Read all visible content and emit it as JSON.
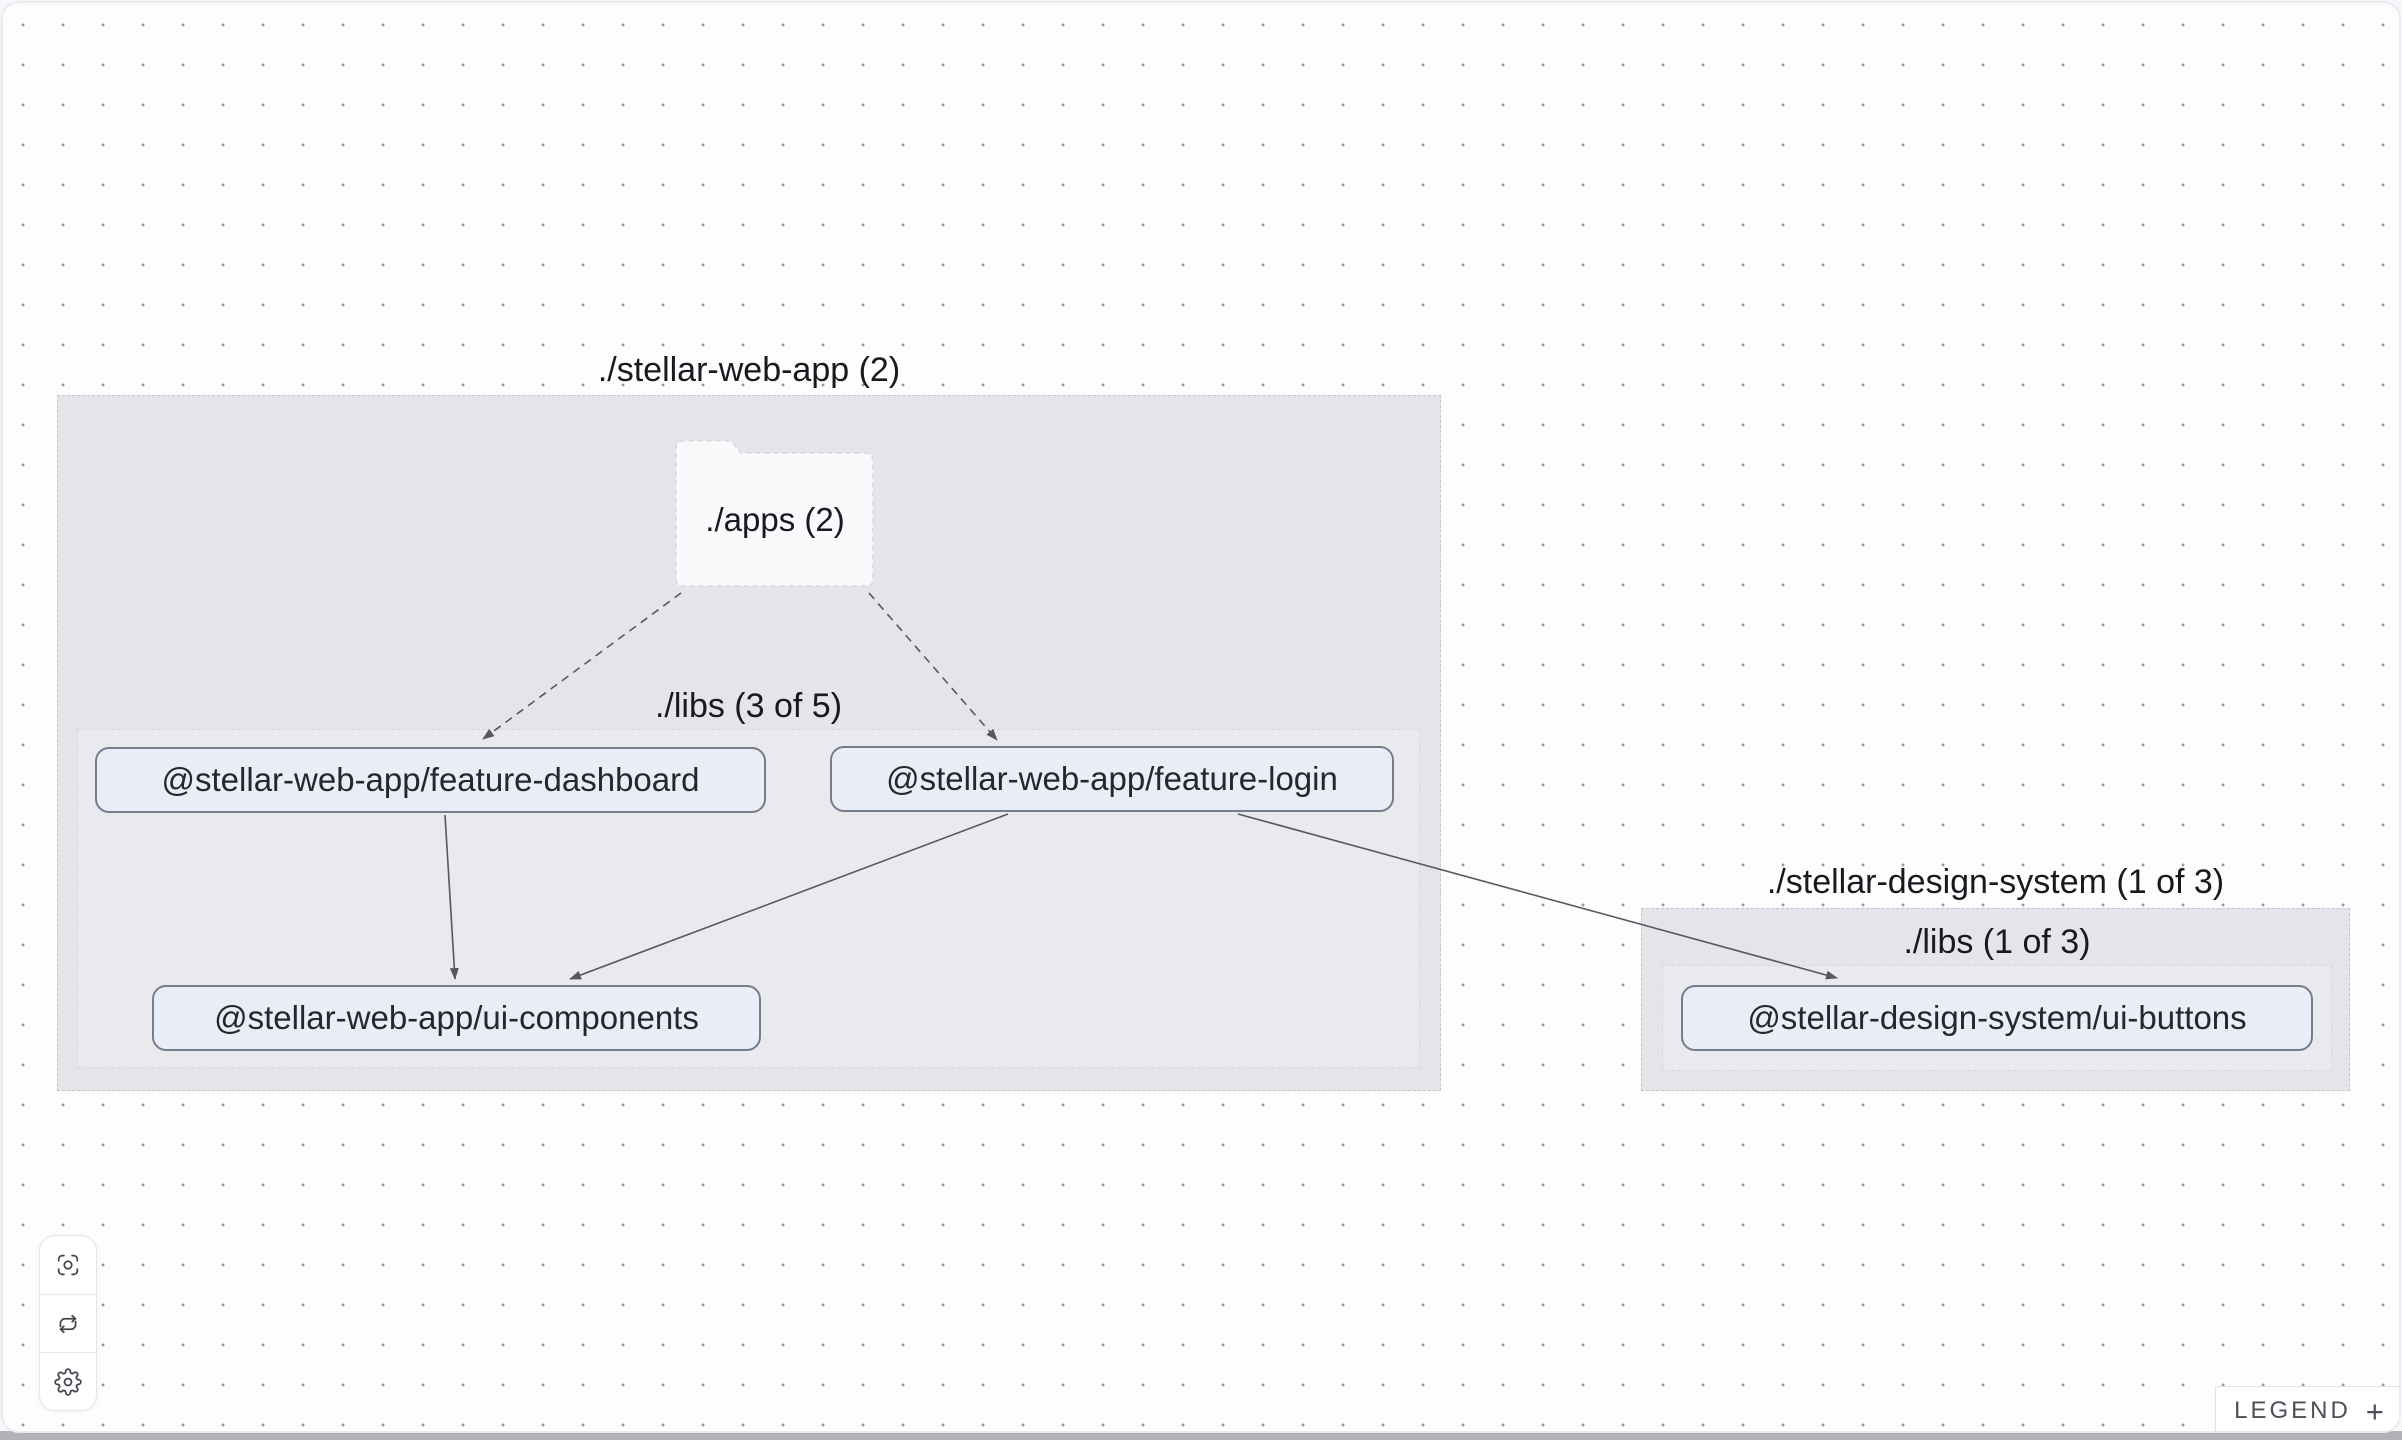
{
  "canvas": {
    "background": "#fdfdfe",
    "dot_color": "#919dae",
    "group_fill": "#e6e4ea",
    "node_fill": "#e9edf8",
    "node_border": "#767d8a",
    "edge_color": "#54585f"
  },
  "graph": {
    "web_app_group": {
      "title": "./stellar-web-app (2)",
      "apps_folder_label": "./apps (2)",
      "libs_group_title": "./libs (3 of 5)",
      "nodes": {
        "feature_dashboard": "@stellar-web-app/feature-dashboard",
        "feature_login": "@stellar-web-app/feature-login",
        "ui_components": "@stellar-web-app/ui-components"
      }
    },
    "design_system_group": {
      "title": "./stellar-design-system (1 of 3)",
      "libs_group_title": "./libs (1 of 3)",
      "nodes": {
        "ui_buttons": "@stellar-design-system/ui-buttons"
      }
    },
    "edges": [
      {
        "from": "./apps (2)",
        "to": "@stellar-web-app/feature-dashboard",
        "style": "dashed"
      },
      {
        "from": "./apps (2)",
        "to": "@stellar-web-app/feature-login",
        "style": "dashed"
      },
      {
        "from": "@stellar-web-app/feature-dashboard",
        "to": "@stellar-web-app/ui-components",
        "style": "solid"
      },
      {
        "from": "@stellar-web-app/feature-login",
        "to": "@stellar-web-app/ui-components",
        "style": "solid"
      },
      {
        "from": "@stellar-web-app/feature-login",
        "to": "@stellar-design-system/ui-buttons",
        "style": "solid"
      }
    ]
  },
  "toolbar": {
    "buttons": [
      {
        "icon": "focus-icon"
      },
      {
        "icon": "refresh-icon"
      },
      {
        "icon": "gear-icon"
      }
    ]
  },
  "legend": {
    "label": "LEGEND",
    "expand_symbol": "+"
  }
}
